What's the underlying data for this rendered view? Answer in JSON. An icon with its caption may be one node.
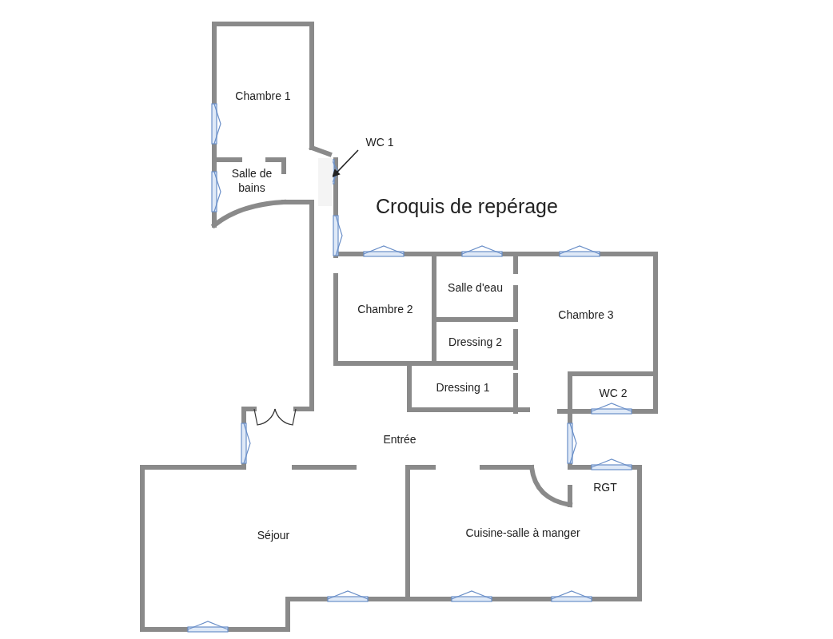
{
  "diagram": {
    "title": "Croquis de repérage",
    "nodes": [
      {
        "text": [
          "Chambre 1"
        ]
      },
      {
        "text": [
          "Salle de bains"
        ]
      },
      {
        "text": [
          "WC 1"
        ]
      },
      {
        "text": [],
        "shape": "box"
      },
      {
        "text": [
          "Chambre 2"
        ]
      },
      {
        "text": [
          "Salle d'eau"
        ]
      },
      {
        "text": [
          "Chambre 3"
        ]
      },
      {
        "text": [
          "Dressing 2"
        ]
      },
      {
        "text": [
          "Dressing 1"
        ]
      },
      {
        "text": [
          "WC 2"
        ]
      },
      {
        "text": [
          "Entrée"
        ]
      },
      {
        "text": [
          "RGT"
        ]
      },
      {
        "text": [
          "Séjour"
        ]
      },
      {
        "text": [
          "Cuisine-salle à manger"
        ]
      }
    ],
    "edges": [
      {
        "from": 2,
        "to": 3,
        "arrow": "to"
      }
    ]
  }
}
